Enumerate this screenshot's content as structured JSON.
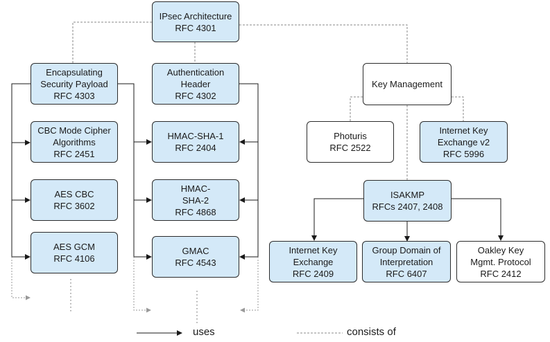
{
  "nodes": {
    "ipsec": {
      "lines": [
        "IPsec Architecture",
        "RFC 4301"
      ],
      "fill": "blue"
    },
    "esp": {
      "lines": [
        "Encapsulating",
        "Security Payload",
        "RFC 4303"
      ],
      "fill": "blue"
    },
    "ah": {
      "lines": [
        "Authentication",
        "Header",
        "RFC 4302"
      ],
      "fill": "blue"
    },
    "km": {
      "lines": [
        "Key Management"
      ],
      "fill": "white"
    },
    "cbc": {
      "lines": [
        "CBC Mode Cipher",
        "Algorithms",
        "RFC 2451"
      ],
      "fill": "blue"
    },
    "aescbc": {
      "lines": [
        "AES CBC",
        "RFC 3602"
      ],
      "fill": "blue"
    },
    "aesgcm": {
      "lines": [
        "AES GCM",
        "RFC 4106"
      ],
      "fill": "blue"
    },
    "hmac1": {
      "lines": [
        "HMAC-SHA-1",
        "RFC 2404"
      ],
      "fill": "blue"
    },
    "hmac2": {
      "lines": [
        "HMAC-",
        "SHA-2",
        "RFC 4868"
      ],
      "fill": "blue"
    },
    "gmac": {
      "lines": [
        "GMAC",
        "RFC 4543"
      ],
      "fill": "blue"
    },
    "photuris": {
      "lines": [
        "Photuris",
        "RFC 2522"
      ],
      "fill": "white"
    },
    "ikev2": {
      "lines": [
        "Internet Key",
        "Exchange v2",
        "RFC 5996"
      ],
      "fill": "blue"
    },
    "isakmp": {
      "lines": [
        "ISAKMP",
        "RFCs 2407, 2408"
      ],
      "fill": "blue"
    },
    "ike": {
      "lines": [
        "Internet Key",
        "Exchange",
        "RFC 2409"
      ],
      "fill": "blue"
    },
    "gdoi": {
      "lines": [
        "Group Domain of",
        "Interpretation",
        "RFC 6407"
      ],
      "fill": "blue"
    },
    "oakley": {
      "lines": [
        "Oakley Key",
        "Mgmt. Protocol",
        "RFC 2412"
      ],
      "fill": "white"
    }
  },
  "legend": {
    "uses": "uses",
    "consists_of": "consists of"
  },
  "colors": {
    "box_fill": "#d4e9f8",
    "box_fill_white": "#ffffff",
    "stroke": "#2b2b2b",
    "dotted": "#999999"
  }
}
